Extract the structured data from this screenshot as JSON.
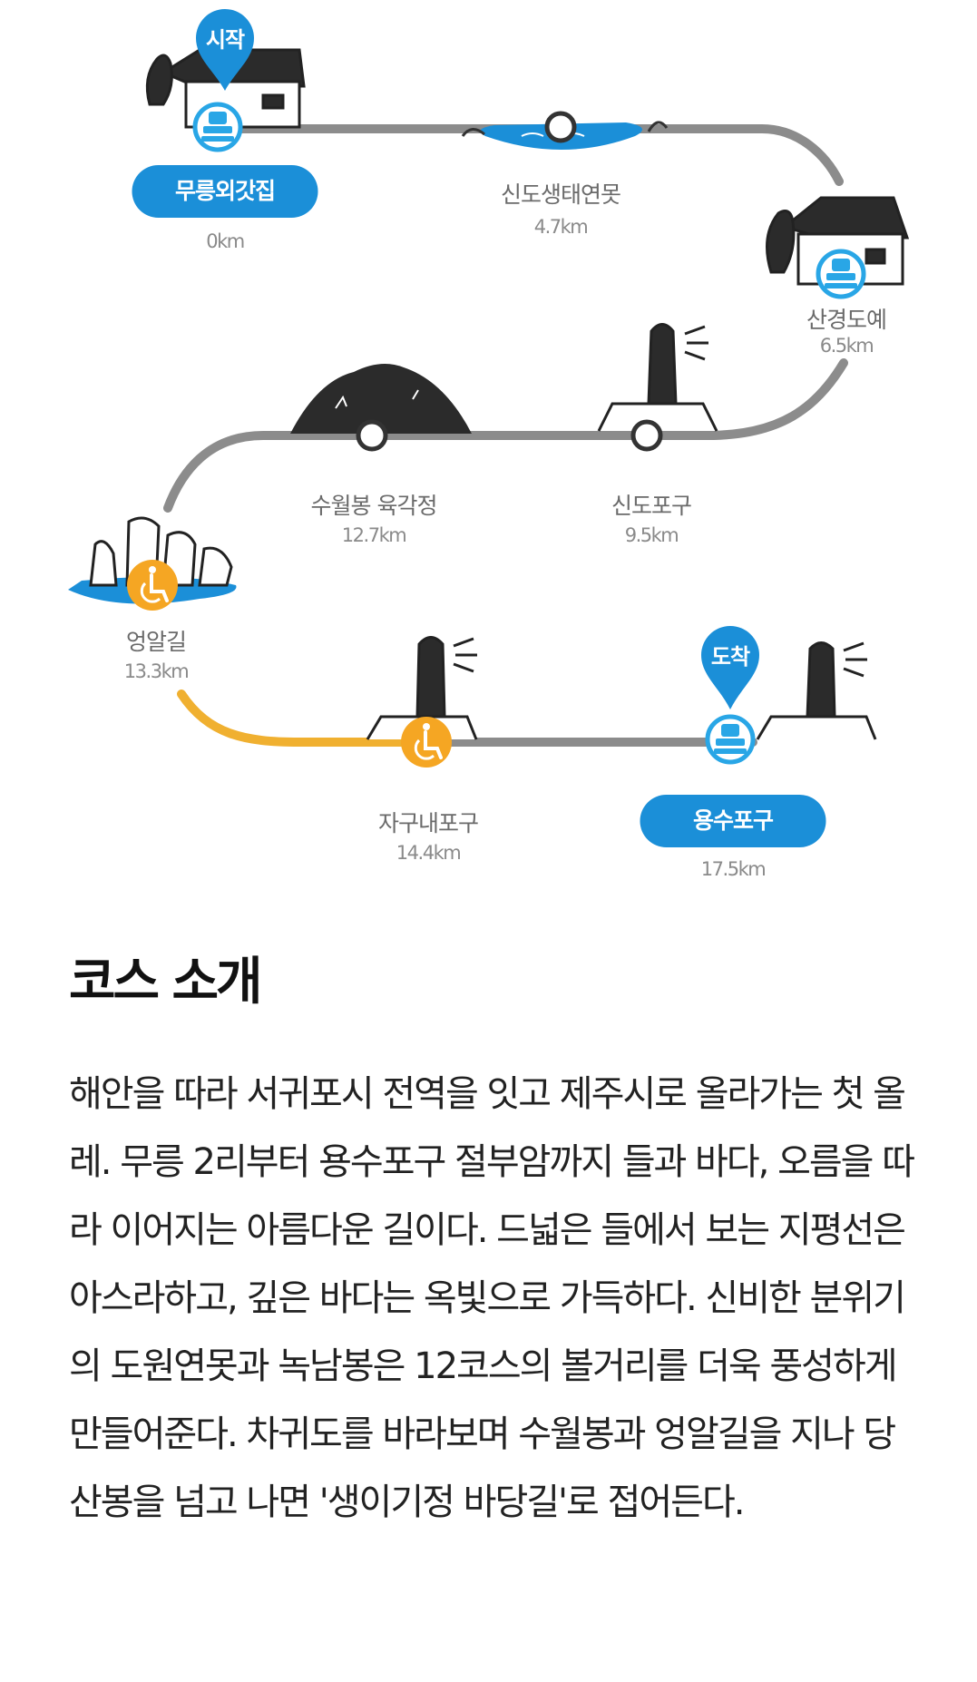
{
  "stops": [
    {
      "key": "start",
      "name": "무릉외갓집",
      "distance": "0km",
      "highlight": true
    },
    {
      "key": "pond",
      "name": "신도생태연못",
      "distance": "4.7km"
    },
    {
      "key": "sangyeong",
      "name": "산경도예",
      "distance": "6.5km"
    },
    {
      "key": "sindo_port",
      "name": "신도포구",
      "distance": "9.5km"
    },
    {
      "key": "suwolbong",
      "name": "수월봉 육각정",
      "distance": "12.7km"
    },
    {
      "key": "eongal",
      "name": "엉알길",
      "distance": "13.3km"
    },
    {
      "key": "jagunae",
      "name": "자구내포구",
      "distance": "14.4km"
    },
    {
      "key": "end",
      "name": "용수포구",
      "distance": "17.5km",
      "highlight": true
    }
  ],
  "markers": {
    "start": "시작",
    "end": "도착"
  },
  "colors": {
    "route": "#8c8c8c",
    "accessible_route": "#f0b030",
    "accent": "#1b8fd8",
    "accessible_icon": "#f5a623"
  },
  "icons": {
    "stamp": "stamp-icon",
    "wheelchair": "wheelchair-icon",
    "waypoint": "waypoint-circle-icon"
  },
  "intro": {
    "title": "코스 소개",
    "body": "해안을 따라 서귀포시 전역을 잇고 제주시로 올라가는 첫 올레. 무릉 2리부터 용수포구 절부암까지 들과 바다, 오름을 따라 이어지는 아름다운 길이다. 드넓은 들에서 보는 지평선은 아스라하고, 깊은 바다는 옥빛으로 가득하다. 신비한 분위기의 도원연못과 녹남봉은 12코스의 볼거리를 더욱 풍성하게 만들어준다. 차귀도를 바라보며 수월봉과 엉알길을 지나 당산봉을 넘고 나면 '생이기정 바당길'로 접어든다."
  }
}
